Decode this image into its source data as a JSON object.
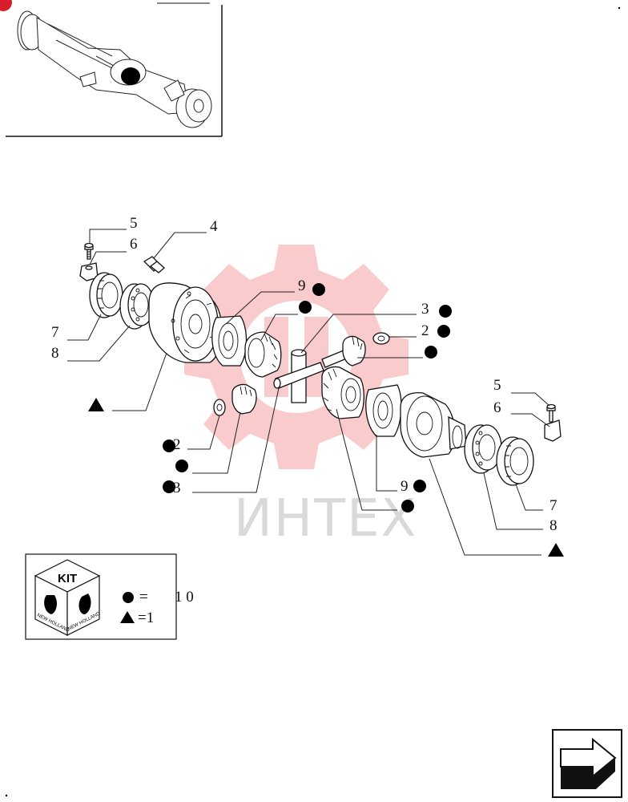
{
  "watermark": {
    "text": "ИНТЕХ",
    "gear_color": "#e8161b"
  },
  "corner_badge_color": "#d81e2a",
  "callouts": {
    "top_left_5": "5",
    "top_left_6": "6",
    "top_4": "4",
    "left_7": "7",
    "left_8": "8",
    "upper_9": "9",
    "upper_3": "3",
    "upper_2": "2",
    "lower_2": "2",
    "lower_3": "3",
    "lower_9": "9",
    "right_5": "5",
    "right_6": "6",
    "right_7": "7",
    "right_8": "8"
  },
  "legend": {
    "kit_title": "KIT",
    "brand_left": "NEW HOLLAND",
    "brand_right": "NEW HOLLAND",
    "dot_text": "=",
    "dot_value": "1 0",
    "triangle_text": "=1"
  },
  "nav": {
    "icon": "arrow-next-page-icon"
  }
}
